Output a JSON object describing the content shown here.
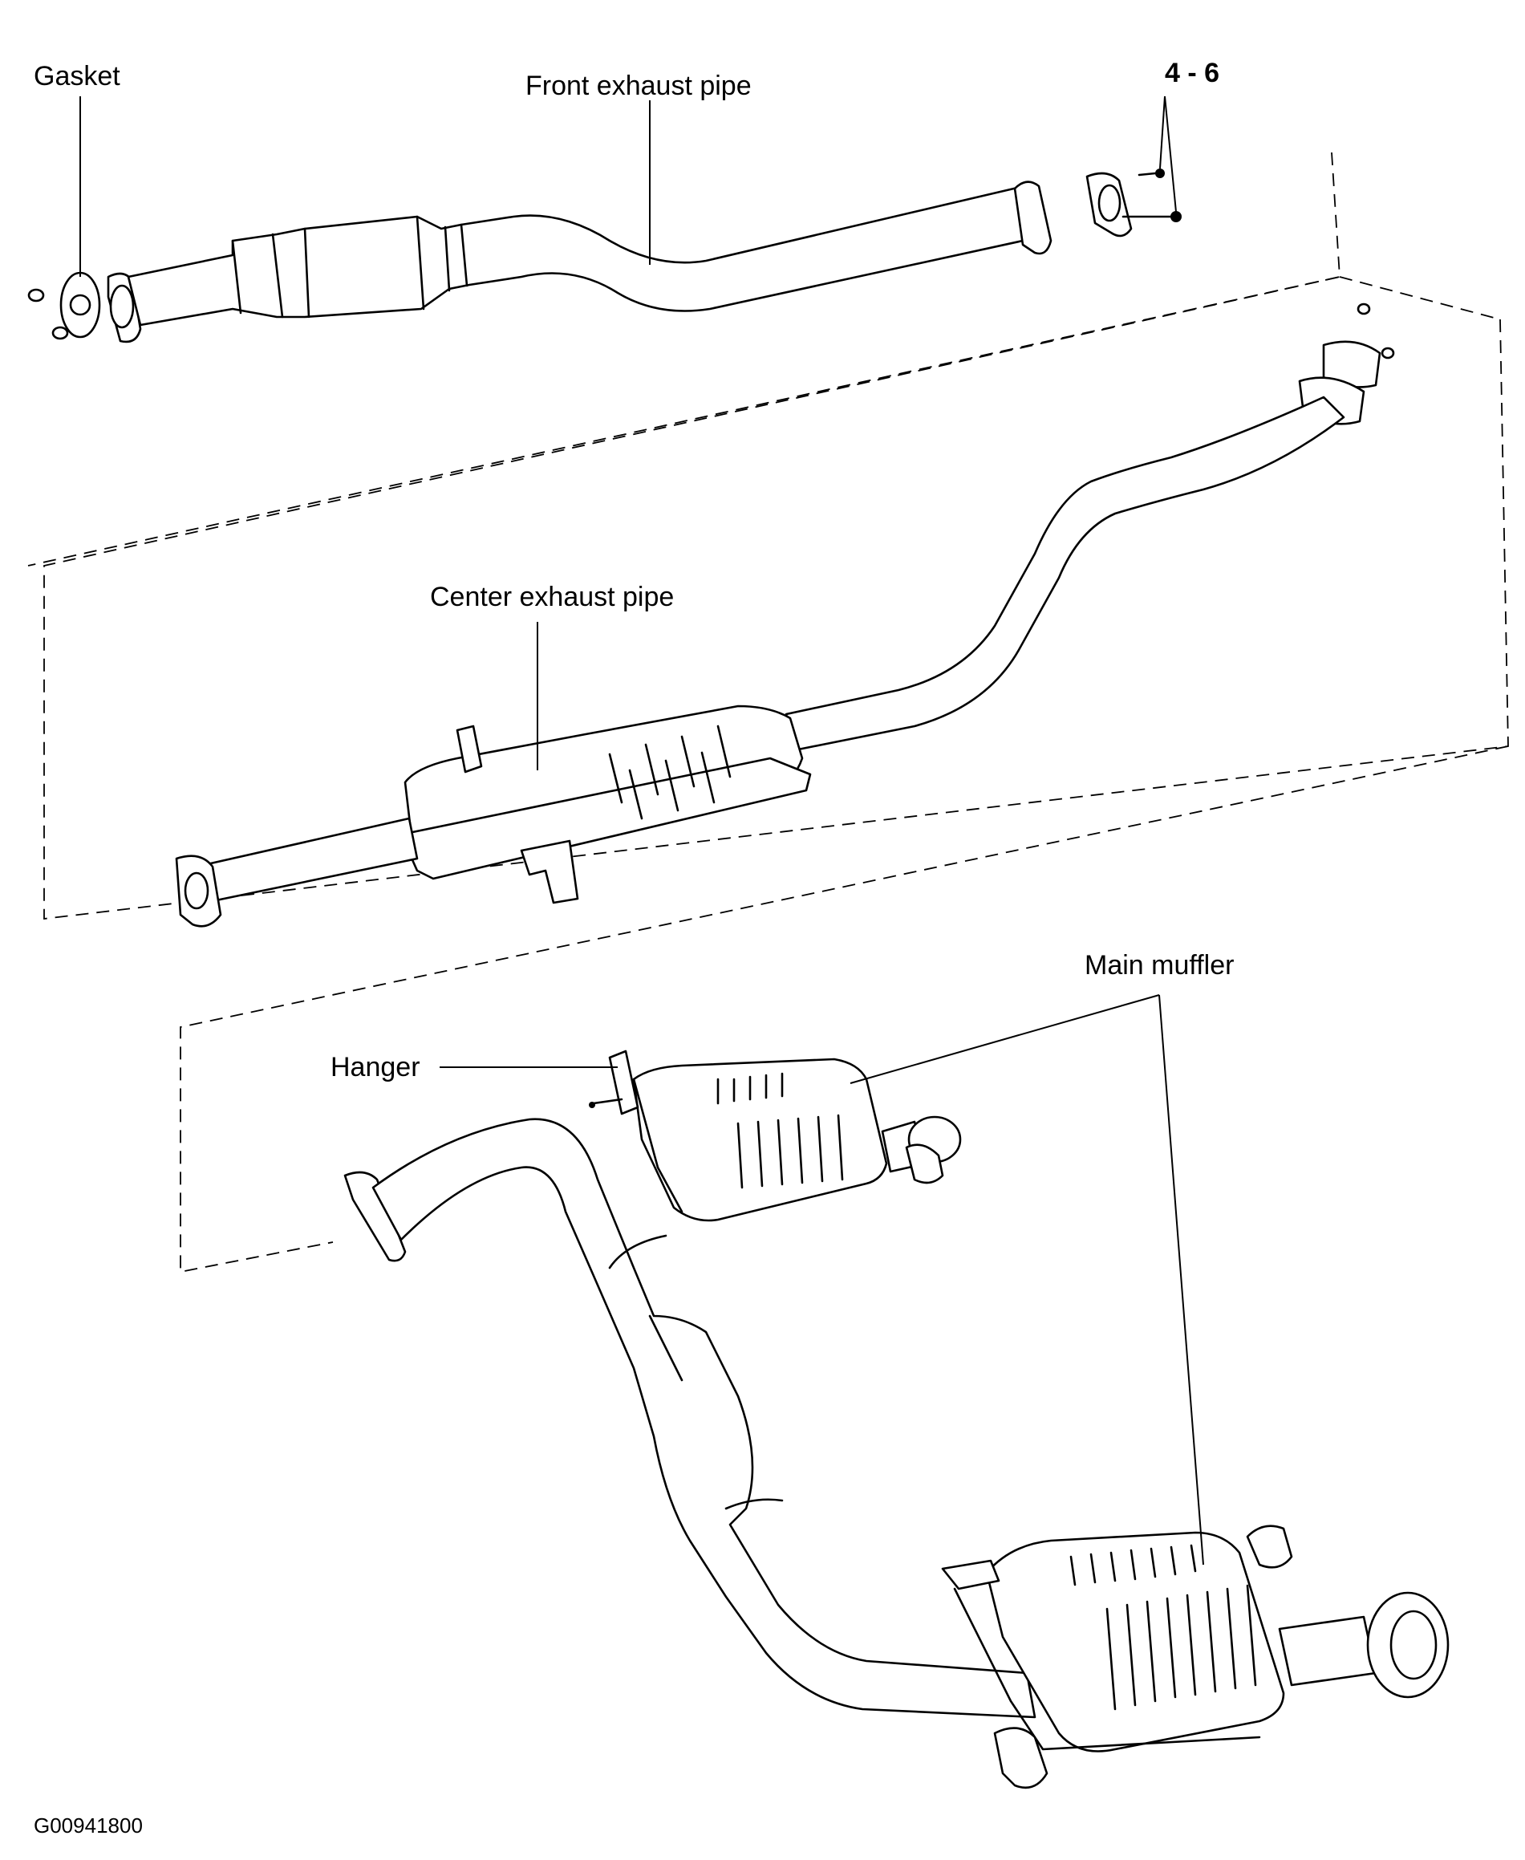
{
  "labels": {
    "gasket": "Gasket",
    "front_exhaust_pipe": "Front exhaust pipe",
    "torque": "4 - 6",
    "center_exhaust_pipe": "Center exhaust pipe",
    "main_muffler": "Main muffler",
    "hanger": "Hanger",
    "figure_id": "G00941800"
  }
}
